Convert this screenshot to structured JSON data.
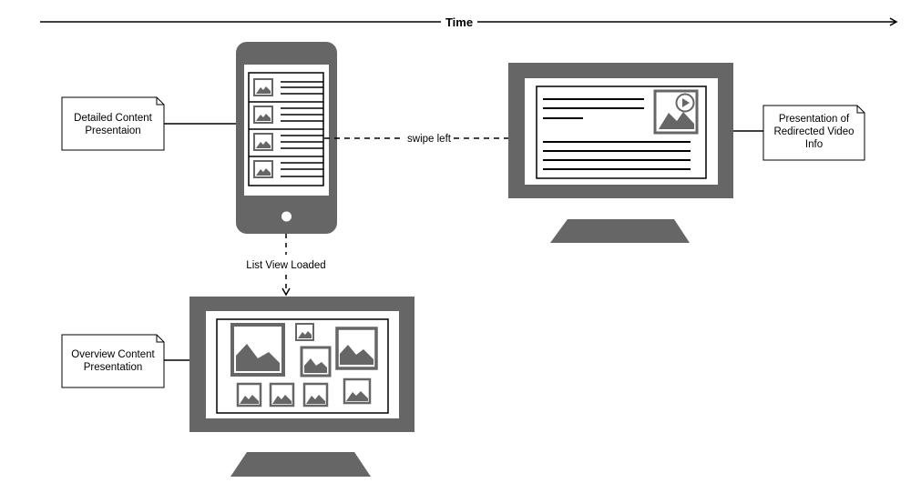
{
  "timeline": {
    "label": "Time"
  },
  "notes": {
    "detailed": [
      "Detailed Content",
      "Presentaion"
    ],
    "overview": [
      "Overview Content",
      "Presentation"
    ],
    "redirected": [
      "Presentation of",
      "Redirected Video",
      "Info"
    ]
  },
  "transitions": {
    "swipe": "swipe left",
    "list_loaded": "List View Loaded"
  },
  "colors": {
    "device_fill": "#666666",
    "line": "#000000",
    "background": "#ffffff",
    "note_fill": "#ffffff"
  },
  "icons": {
    "phone": "smartphone-icon",
    "monitor": "desktop-monitor-icon",
    "image": "image-thumbnail-icon",
    "video": "video-play-icon"
  }
}
